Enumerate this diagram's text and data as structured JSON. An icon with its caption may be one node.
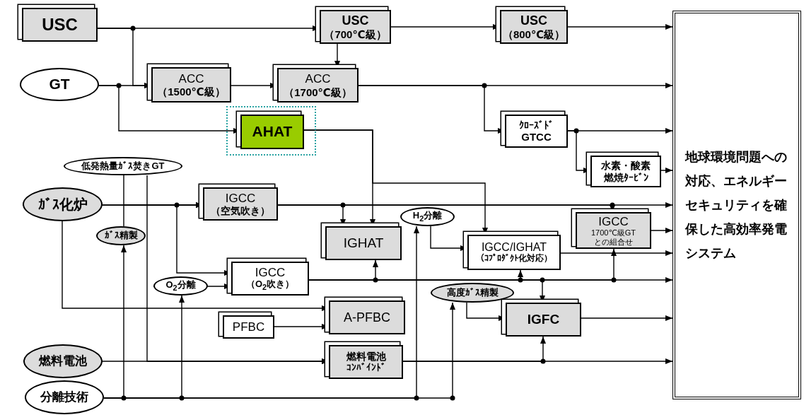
{
  "diagram": {
    "nodes": [
      {
        "text": [
          "USC"
        ]
      },
      {
        "text": [
          "USC",
          "（700℃級）"
        ]
      },
      {
        "text": [
          "USC",
          "（800℃級）"
        ]
      },
      {
        "text": [
          "GT"
        ]
      },
      {
        "text": [
          "ACC",
          "（1500℃級）"
        ]
      },
      {
        "text": [
          "ACC",
          "（1700℃級）"
        ]
      },
      {
        "text": [
          "AHAT"
        ]
      },
      {
        "text": [
          "ｸﾛｰｽﾞﾄﾞ",
          "GTCC"
        ]
      },
      {
        "text": [
          "水素・酸素",
          "燃焼ﾀｰﾋﾞﾝ"
        ]
      },
      {
        "text": [
          "低発熱量ｶﾞｽ焚きGT"
        ]
      },
      {
        "text": [
          "ｶﾞｽ化炉"
        ]
      },
      {
        "text": [
          "IGCC",
          "（空気吹き）"
        ]
      },
      {
        "text": [
          "ｶﾞｽ精製"
        ]
      },
      {
        "text": [
          "IGHAT"
        ]
      },
      {
        "text": [
          "H$_{2}$分離"
        ]
      },
      {
        "text": [
          "IGCC/IGHAT",
          "（ｺﾌﾟﾛﾀﾞｸﾄ化対応）"
        ]
      },
      {
        "text": [
          "IGCC",
          "1700℃級GT",
          "との組合せ"
        ]
      },
      {
        "text": [
          "O$_{2}$分離"
        ]
      },
      {
        "text": [
          "IGCC",
          "（O$_{2}$吹き）"
        ]
      },
      {
        "text": [
          "高度ｶﾞｽ精製"
        ]
      },
      {
        "text": [
          "PFBC"
        ]
      },
      {
        "text": [
          "A-PFBC"
        ]
      },
      {
        "text": [
          "IGFC"
        ]
      },
      {
        "text": [
          "燃料電池"
        ]
      },
      {
        "text": [
          "燃料電池",
          "ｺﾝﾊﾞｲﾝﾄﾞ"
        ]
      },
      {
        "text": [
          "分離技術"
        ]
      },
      {
        "text": [
          "地球環境問題への対応、エネルギーセキュリティを確保した高効率発電システム"
        ]
      }
    ],
    "edges": [
      {
        "from": 0,
        "to": 1,
        "arrow": "to"
      },
      {
        "from": 0,
        "to": 4,
        "arrow": "to"
      },
      {
        "from": 1,
        "to": 2,
        "arrow": "to"
      },
      {
        "from": 2,
        "to": 26,
        "arrow": "to"
      },
      {
        "from": 1,
        "to": 5,
        "arrow": "to"
      },
      {
        "from": 3,
        "to": 4,
        "arrow": "to"
      },
      {
        "from": 3,
        "to": 6,
        "arrow": "to"
      },
      {
        "from": 4,
        "to": 5,
        "arrow": "to"
      },
      {
        "from": 5,
        "to": 26,
        "arrow": "to"
      },
      {
        "from": 5,
        "to": 7,
        "arrow": "to"
      },
      {
        "from": 7,
        "to": 26,
        "arrow": "to"
      },
      {
        "from": 7,
        "to": 8,
        "arrow": "to"
      },
      {
        "from": 8,
        "to": 26,
        "arrow": "to"
      },
      {
        "from": 6,
        "to": 13,
        "arrow": "to"
      },
      {
        "from": 6,
        "to": 15,
        "arrow": "to"
      },
      {
        "from": 9,
        "to": 11,
        "arrow": "to"
      },
      {
        "from": 9,
        "to": 24,
        "arrow": "to"
      },
      {
        "from": 10,
        "to": 11,
        "arrow": "to"
      },
      {
        "from": 12,
        "to": 11,
        "arrow": "to"
      },
      {
        "from": 10,
        "to": 18,
        "arrow": "to"
      },
      {
        "from": 10,
        "to": 21,
        "arrow": "to"
      },
      {
        "from": 11,
        "to": 13,
        "arrow": "to"
      },
      {
        "from": 11,
        "to": 16,
        "arrow": "to"
      },
      {
        "from": 11,
        "to": 26,
        "arrow": "to"
      },
      {
        "from": 25,
        "to": 12,
        "arrow": "to"
      },
      {
        "from": 25,
        "to": 17,
        "arrow": "to"
      },
      {
        "from": 25,
        "to": 14,
        "arrow": "to"
      },
      {
        "from": 25,
        "to": 19,
        "arrow": "to"
      },
      {
        "from": 17,
        "to": 18,
        "arrow": "to"
      },
      {
        "from": 18,
        "to": 26,
        "arrow": "to"
      },
      {
        "from": 18,
        "to": 13,
        "arrow": "to"
      },
      {
        "from": 18,
        "to": 15,
        "arrow": "to"
      },
      {
        "from": 18,
        "to": 22,
        "arrow": "to"
      },
      {
        "from": 18,
        "to": 16,
        "arrow": "to"
      },
      {
        "from": 14,
        "to": 15,
        "arrow": "to"
      },
      {
        "from": 15,
        "to": 26,
        "arrow": "to"
      },
      {
        "from": 16,
        "to": 26,
        "arrow": "to"
      },
      {
        "from": 19,
        "to": 22,
        "arrow": "to"
      },
      {
        "from": 22,
        "to": 26,
        "arrow": "to"
      },
      {
        "from": 23,
        "to": 24,
        "arrow": "to"
      },
      {
        "from": 24,
        "to": 26,
        "arrow": "to"
      },
      {
        "from": 24,
        "to": 22,
        "arrow": "to"
      },
      {
        "from": 20,
        "to": 21,
        "arrow": "to"
      }
    ]
  }
}
